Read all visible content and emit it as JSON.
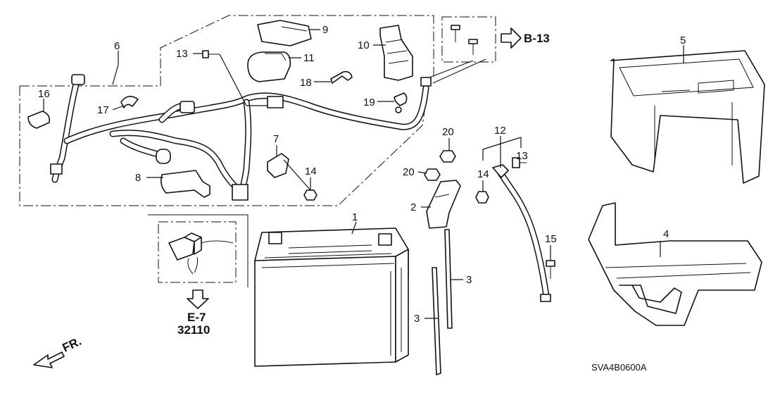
{
  "diagram": {
    "callouts": {
      "c1": "1",
      "c2": "2",
      "c3a": "3",
      "c3b": "3",
      "c4": "4",
      "c5": "5",
      "c6": "6",
      "c7": "7",
      "c8": "8",
      "c9": "9",
      "c10": "10",
      "c11": "11",
      "c12": "12",
      "c13a": "13",
      "c13b": "13",
      "c14a": "14",
      "c14b": "14",
      "c15": "15",
      "c16": "16",
      "c17": "17",
      "c18": "18",
      "c19": "19",
      "c20a": "20",
      "c20b": "20"
    },
    "ref_b": "B-13",
    "ref_e": "E-7",
    "ref_e_num": "32110",
    "front_label": "FR.",
    "diagram_code": "SVA4B0600A"
  },
  "icons": {
    "front_arrow": "front-direction-arrow-icon",
    "ref_arrow_right": "reference-arrow-right-icon",
    "ref_arrow_down": "reference-arrow-down-icon"
  },
  "colors": {
    "ink": "#111111",
    "background": "#ffffff"
  }
}
